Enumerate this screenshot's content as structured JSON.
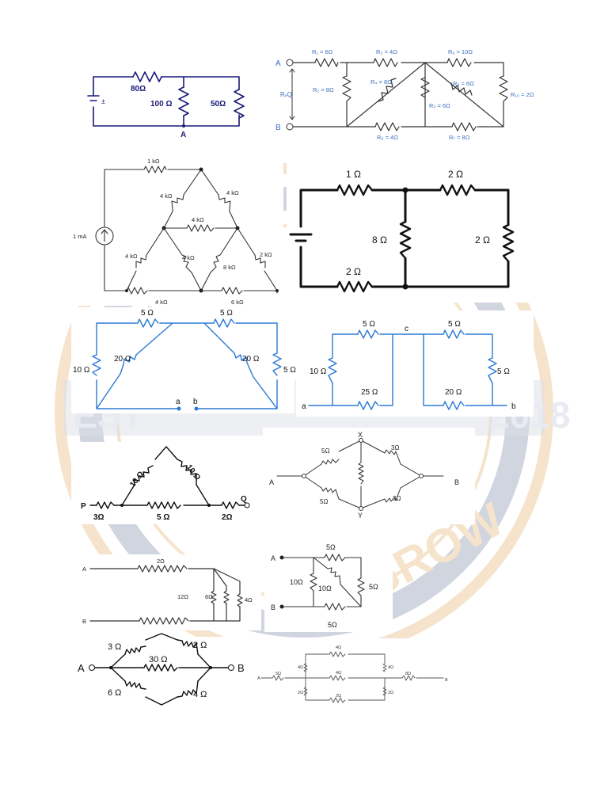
{
  "watermark": {
    "left_text": "EST",
    "right_text": "2018",
    "bottom_text": "GROW",
    "color": "#e8a858"
  },
  "c1": {
    "r_top": "80Ω",
    "r_mid": "100 Ω",
    "r_right": "50Ω",
    "node": "A",
    "battery_sign": "±"
  },
  "c2": {
    "node_a": "A",
    "node_b": "B",
    "req": "RₑQ",
    "r1": "R₁ = 6Ω",
    "r3": "R₃ = 4Ω",
    "r6": "R₆ = 10Ω",
    "r2": "R₂ = 8Ω",
    "r4": "R₄ = 8Ω",
    "r9": "R₉ = 6Ω",
    "r10": "R₁₀ = 2Ω",
    "r5": "R₅ = 6Ω",
    "r8": "R₈ = 4Ω",
    "r7": "R₇ = 8Ω",
    "color": "#3a6fc0"
  },
  "c3": {
    "r_top": "1 kΩ",
    "r_ul": "4 kΩ",
    "r_ur": "4 kΩ",
    "r_h": "4 kΩ",
    "r_ll": "4 kΩ",
    "r_lm": "4 kΩ",
    "r_lr": "8 kΩ",
    "r_far": "2 kΩ",
    "r_bl": "4 kΩ",
    "r_br": "6 kΩ",
    "source": "1 mA"
  },
  "c4": {
    "r_top_left": "1 Ω",
    "r_top_right": "2 Ω",
    "r_mid": "8 Ω",
    "r_right": "2 Ω",
    "r_bottom": "2 Ω"
  },
  "c5": {
    "r_top_left": "5 Ω",
    "r_top_right": "5 Ω",
    "r_left": "10 Ω",
    "r_diag_left": "20 Ω",
    "r_diag_right": "20 Ω",
    "r_right": "5 Ω",
    "node_a": "a",
    "node_b": "b",
    "color": "#2a7ad4"
  },
  "c6": {
    "r_top_left": "5 Ω",
    "r_top_right": "5 Ω",
    "r_left": "10 Ω",
    "r_bottom_left": "25 Ω",
    "r_bottom_right": "20 Ω",
    "r_right": "5 Ω",
    "node_c": "c",
    "node_a": "a",
    "node_b": "b",
    "color": "#2a7ad4"
  },
  "c7": {
    "r_left": "10 Ω",
    "r_right": "10 Ω",
    "r_base": "5 Ω",
    "r_p": "3Ω",
    "r_q": "2Ω",
    "node_p": "P",
    "node_q": "Q"
  },
  "c8": {
    "r_ul": "5Ω",
    "r_ur": "3Ω",
    "r_ll": "5Ω",
    "r_lr": "3Ω",
    "node_x": "X",
    "node_y": "Y",
    "node_a": "A",
    "node_b": "B"
  },
  "c9": {
    "r_top": "2Ω",
    "r_a": "12Ω",
    "r_b": "6Ω",
    "r_c": "4Ω",
    "node_a": "A",
    "node_b": "B"
  },
  "c10": {
    "r_top": "5Ω",
    "r_left": "10Ω",
    "r_diag": "10Ω",
    "r_right": "5Ω",
    "r_bottom": "5Ω",
    "node_a": "A",
    "node_b": "B"
  },
  "c11": {
    "r_ul": "3 Ω",
    "r_ur": "2 Ω",
    "r_mid": "30 Ω",
    "r_ll": "6 Ω",
    "r_lr": "4 Ω",
    "node_a": "A",
    "node_b": "B"
  },
  "c12": {
    "r_top": "4Ω",
    "r_ul": "4Ω",
    "r_ur": "4Ω",
    "r_mid": "4Ω",
    "r_ll": "2Ω",
    "r_lr": "2Ω",
    "r_bottom": "2Ω",
    "r_in": "5Ω",
    "r_out": "8Ω",
    "node_a": "A",
    "node_b": "B"
  }
}
